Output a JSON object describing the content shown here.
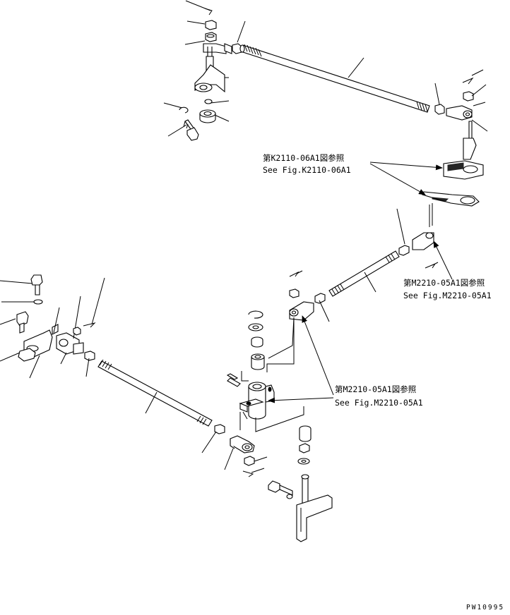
{
  "references": [
    {
      "jp": "第K2110-06A1図参照",
      "en": "See Fig.K2110-06A1"
    },
    {
      "jp": "第M2210-05A1図参照",
      "en": "See Fig.M2210-05A1"
    },
    {
      "jp": "第M2210-05A1図参照",
      "en": "See Fig.M2210-05A1"
    }
  ],
  "drawing_code": "PW10995"
}
